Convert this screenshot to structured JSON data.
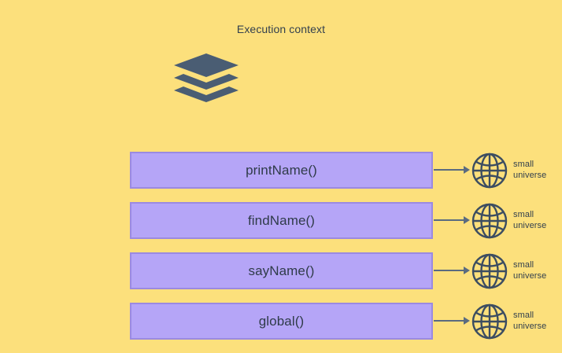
{
  "diagram": {
    "title": "Execution context",
    "background_color": "#fce07c",
    "stack_icon_name": "layer-stack-icon",
    "stack_icon_color": "#4a5d73",
    "box_fill_color": "#b5a5f7",
    "box_border_color": "#9b8ae0",
    "text_color": "#33404e",
    "arrow_color": "#5a6b80",
    "rows": [
      {
        "label": "printName()",
        "icon": "globe-icon",
        "icon_caption": "small\nuniverse",
        "arrow": "arrow-right-icon"
      },
      {
        "label": "findName()",
        "icon": "globe-icon",
        "icon_caption": "small\nuniverse",
        "arrow": "arrow-right-icon"
      },
      {
        "label": "sayName()",
        "icon": "globe-icon",
        "icon_caption": "small\nuniverse",
        "arrow": "arrow-right-icon"
      },
      {
        "label": "global()",
        "icon": "globe-icon",
        "icon_caption": "small\nuniverse",
        "arrow": "arrow-right-icon"
      }
    ]
  }
}
